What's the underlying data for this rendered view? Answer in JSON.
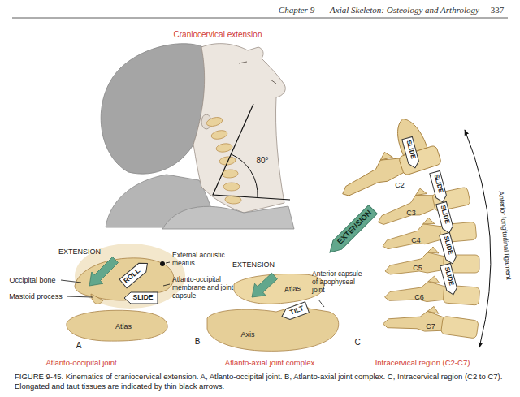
{
  "diagram": {
    "title": "Craniocervical extension",
    "caption": "FIGURE 9-45. Kinematics of craniocervical extension. A, Atlanto-occipital joint. B, Atlanto-axial joint complex. C, Intracervical region (C2 to C7). Elongated and taut tissues are indicated by thin black arrows.",
    "nodes": [
      {
        "text": [
          "ROLL"
        ]
      },
      {
        "text": [
          "SLIDE"
        ]
      },
      {
        "text": [
          "TILT"
        ]
      },
      {
        "text": [
          "EXTENSION"
        ]
      },
      {
        "text": [
          "SLIDE"
        ]
      },
      {
        "text": [
          "SLIDE"
        ]
      },
      {
        "text": [
          "SLIDE"
        ]
      },
      {
        "text": [
          "SLIDE"
        ]
      },
      {
        "text": [
          "SLIDE"
        ]
      }
    ],
    "labels": [
      "Chapter 9",
      "Axial Skeleton: Osteology and Arthrology",
      "337",
      "80°",
      "EXTENSION",
      "Occipital bone",
      "Mastoid process",
      "External acoustic meatus",
      "Atlanto-occipital membrane and joint capsule",
      "Atlas",
      "A",
      "Atlanto-occipital joint",
      "EXTENSION",
      "Atlas",
      "Anterior capsule of apophyseal joint",
      "Axis",
      "B",
      "Atlanto-axial joint complex",
      "C2",
      "C3",
      "C4",
      "C5",
      "C6",
      "C7",
      "Anterior longitudinal ligament",
      "C",
      "Intracervical region (C2-C7)"
    ]
  }
}
